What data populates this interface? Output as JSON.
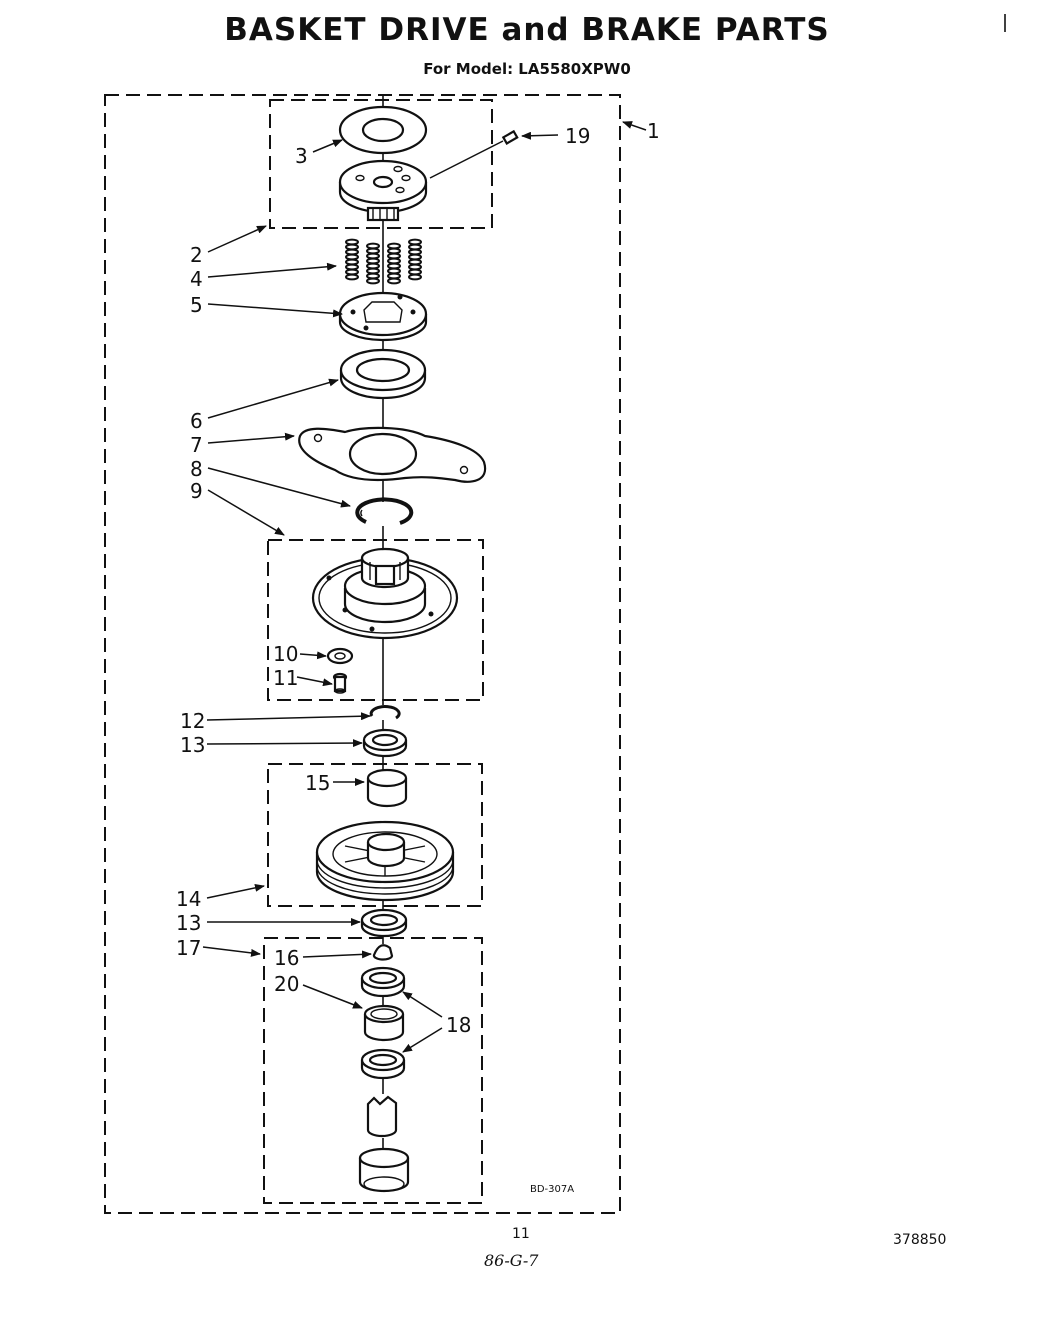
{
  "title": "BASKET DRIVE and BRAKE PARTS",
  "subtitle": "For Model: LA5580XPW0",
  "drawing_code": "BD-307A",
  "page_number": "11",
  "doc_number": "378850",
  "handwritten_note": "86-G-7",
  "callouts": {
    "c1": "1",
    "c2": "2",
    "c3": "3",
    "c4": "4",
    "c5": "5",
    "c6": "6",
    "c7": "7",
    "c8": "8",
    "c9": "9",
    "c10": "10",
    "c11": "11",
    "c12": "12",
    "c13a": "13",
    "c13b": "13",
    "c14": "14",
    "c15": "15",
    "c16": "16",
    "c17": "17",
    "c18": "18",
    "c19": "19",
    "c20": "20"
  }
}
